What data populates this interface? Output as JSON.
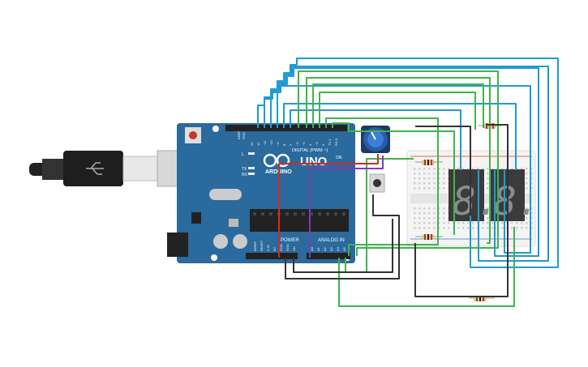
{
  "board": {
    "brand": "ARDUINO",
    "model": "UNO",
    "digital_label": "DIGITAL (PWM ~)",
    "power_label": "POWER",
    "analog_label": "ANALOG IN",
    "led_l": "L",
    "led_tx": "TX",
    "led_rx": "RX",
    "on_label": "ON",
    "aref": "AREF",
    "gnd": "GND",
    "digital_pins": [
      "13",
      "12",
      "~11",
      "~10",
      "~9",
      "8",
      "7",
      "~6",
      "~5",
      "4",
      "~3",
      "2",
      "TX 1",
      "RX 0"
    ],
    "power_pins": [
      "IOREF",
      "RESET",
      "3.3V",
      "5V",
      "GND",
      "GND",
      "Vin"
    ],
    "analog_pins": [
      "A0",
      "A1",
      "A2",
      "A3",
      "A4",
      "A5"
    ]
  },
  "displays": [
    {
      "digit": "8."
    },
    {
      "digit": "8."
    }
  ],
  "colors": {
    "wire_blue": "#1f9bd1",
    "wire_green": "#3fb54a",
    "wire_dark": "#333333",
    "wire_red": "#d62828",
    "wire_purple": "#7a3fb0",
    "board": "#2a6a9c"
  },
  "icons": {
    "usb": "usb-icon"
  }
}
